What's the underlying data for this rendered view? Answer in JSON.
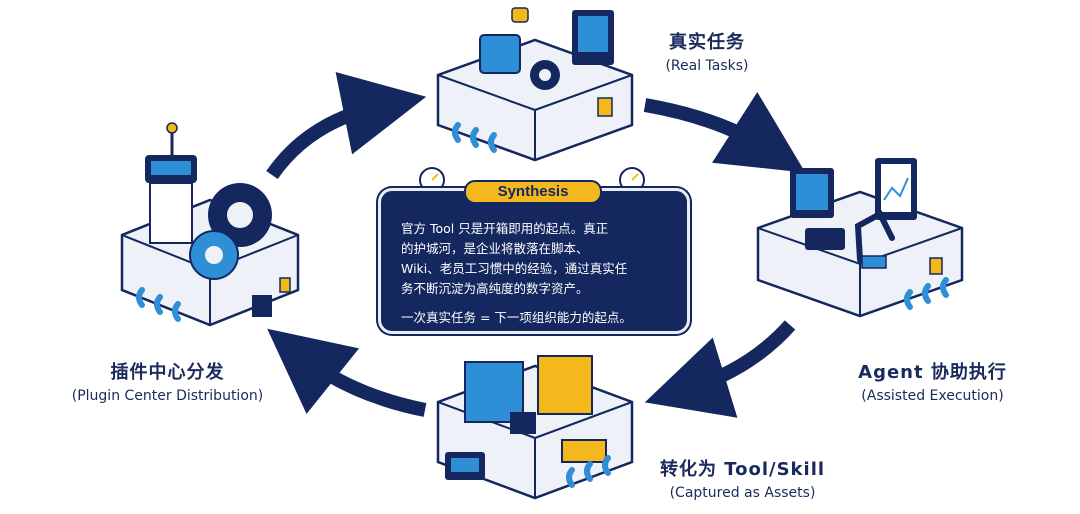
{
  "center": {
    "title": "Synthesis",
    "body": "官方 Tool 只是开箱即用的起点。真正\n的护城河，是企业将散落在脚本、\nWiki、老员工习惯中的经验，通过真实任\n务不断沉淀为高纯度的数字资产。",
    "footer": "一次真实任务 = 下一项组织能力的起点。"
  },
  "nodes": {
    "real_tasks": {
      "zh": "真实任务",
      "en": "(Real Tasks)"
    },
    "agent": {
      "zh": "Agent 协助执行",
      "en": "(Assisted Execution)"
    },
    "assets": {
      "zh": "转化为 Tool/Skill",
      "en": "(Captured as Assets)"
    },
    "plugin": {
      "zh": "插件中心分发",
      "en": "(Plugin Center Distribution)"
    }
  },
  "colors": {
    "navy": "#14285f",
    "accent": "#f5b81c",
    "blue": "#2e8fd6",
    "light": "#eef2f8"
  }
}
